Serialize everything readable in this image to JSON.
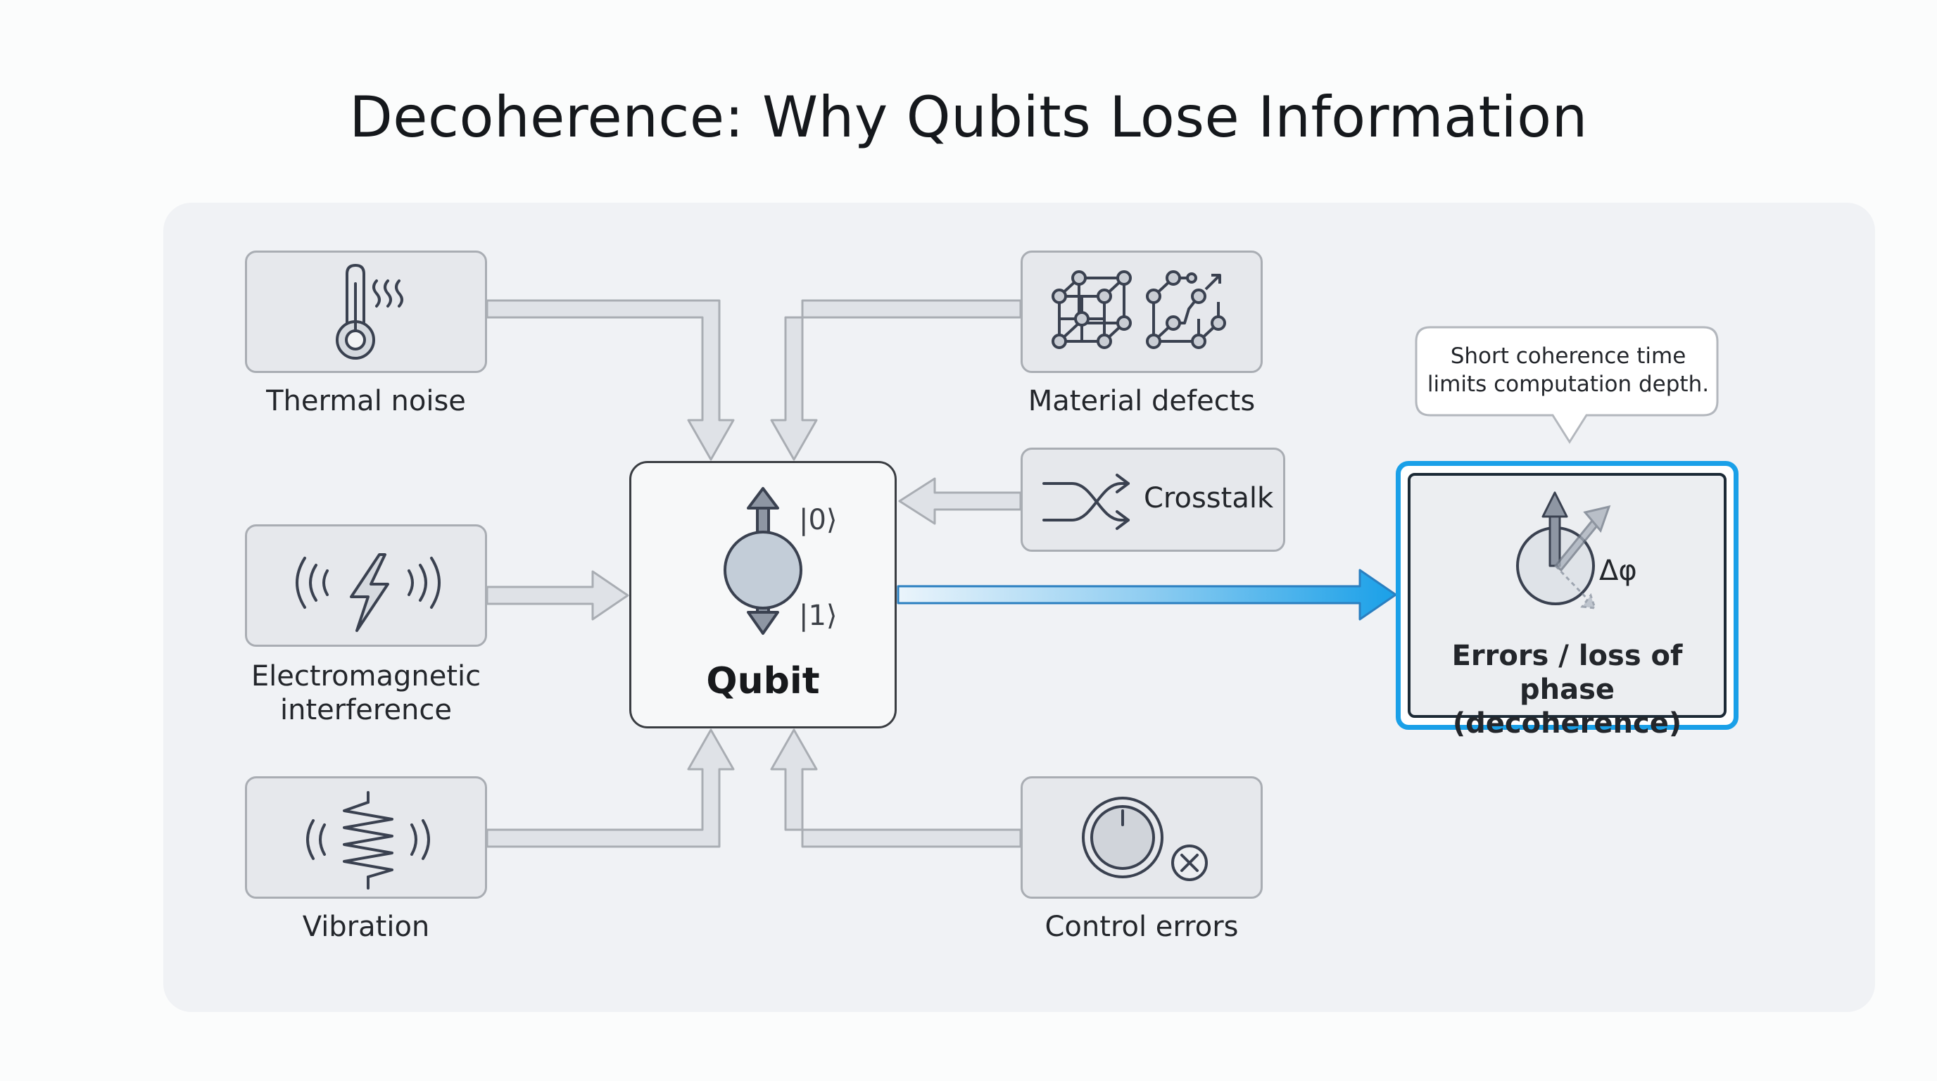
{
  "title": "Decoherence: Why Qubits Lose Information",
  "sources": {
    "thermal": {
      "label": "Thermal noise",
      "icon": "thermometer-icon"
    },
    "electromagnetic": {
      "label_line1": "Electromagnetic",
      "label_line2": "interference",
      "icon": "lightning-waves-icon"
    },
    "vibration": {
      "label": "Vibration",
      "icon": "spring-vibration-icon"
    },
    "material": {
      "label": "Material defects",
      "icon": "crystal-lattice-icon"
    },
    "crosstalk": {
      "label": "Crosstalk",
      "icon": "crossing-arrows-icon"
    },
    "control": {
      "label": "Control errors",
      "icon": "dial-error-icon"
    }
  },
  "qubit": {
    "label": "Qubit",
    "ket0": "|0⟩",
    "ket1": "|1⟩"
  },
  "output": {
    "label_line1": "Errors / loss of phase",
    "label_line2": "(decoherence)",
    "phase_symbol": "Δφ"
  },
  "callout": {
    "line1": "Short coherence time",
    "line2": "limits computation depth."
  },
  "colors": {
    "accent": "#1aa0e8",
    "arrow_fill": "#dfe2e7",
    "arrow_stroke": "#a9adb3",
    "icon_stroke": "#3a4150"
  }
}
